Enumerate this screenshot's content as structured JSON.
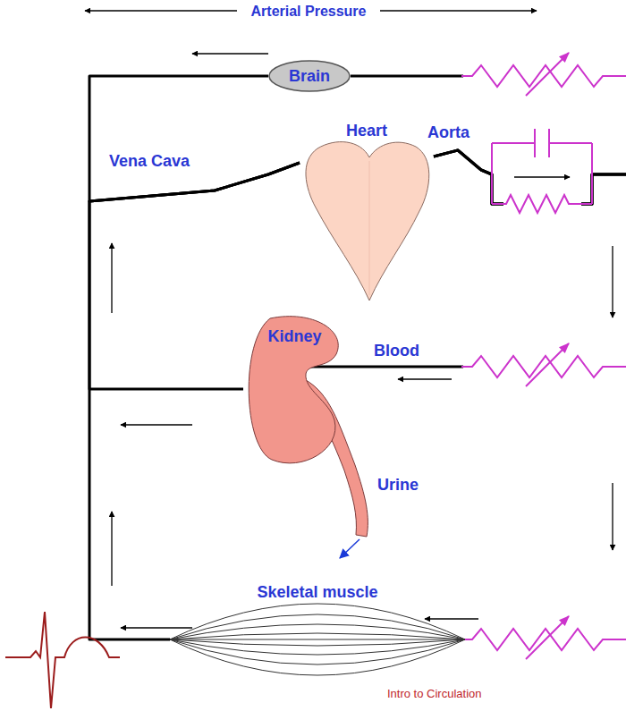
{
  "diagram": {
    "caption": "Intro to Circulation",
    "nodes": [
      {
        "text": [
          "Brain"
        ]
      },
      {
        "text": [
          "Heart"
        ]
      },
      {
        "text": [
          "Kidney"
        ]
      },
      {
        "text": [
          "Skeletal muscle"
        ]
      }
    ],
    "edges": [
      {
        "from": 1,
        "to": 0,
        "arrow": "none"
      },
      {
        "from": 1,
        "to": 2,
        "arrow": "none"
      },
      {
        "from": 1,
        "to": 3,
        "arrow": "none"
      },
      {
        "from": 0,
        "to": 1,
        "arrow": "none"
      },
      {
        "from": 2,
        "to": 1,
        "arrow": "none"
      },
      {
        "from": 3,
        "to": 1,
        "arrow": "none"
      }
    ],
    "labels": [
      "Arterial Pressure",
      "Vena Cava",
      "Aorta",
      "Blood",
      "Urine"
    ]
  }
}
